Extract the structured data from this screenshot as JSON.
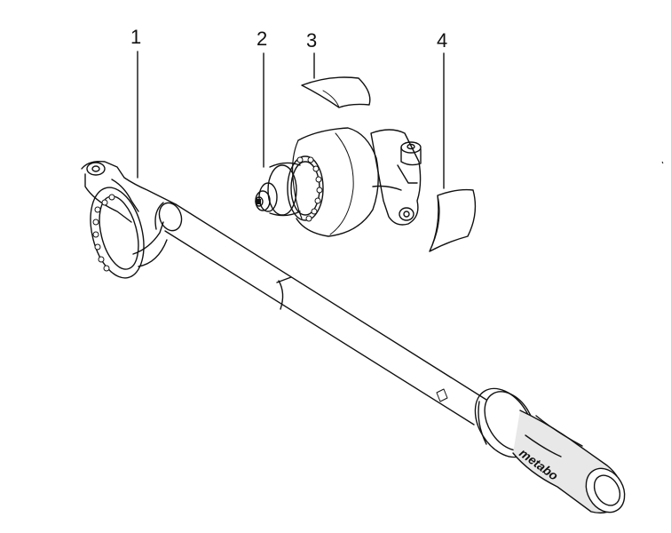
{
  "callouts": {
    "item_1": "1",
    "item_2": "2",
    "item_3": "3",
    "item_4": "4"
  },
  "parts": [
    {
      "callout": "1",
      "part": "extension-shaft-with-grip"
    },
    {
      "callout": "2",
      "part": "gear-head-assembly"
    },
    {
      "callout": "3",
      "part": "label-strip"
    },
    {
      "callout": "4",
      "part": "label-strip"
    }
  ],
  "brand_logo": "metabo",
  "colors": {
    "line": "#111111",
    "background": "#ffffff",
    "grip_fill": "#e8e8e8"
  }
}
